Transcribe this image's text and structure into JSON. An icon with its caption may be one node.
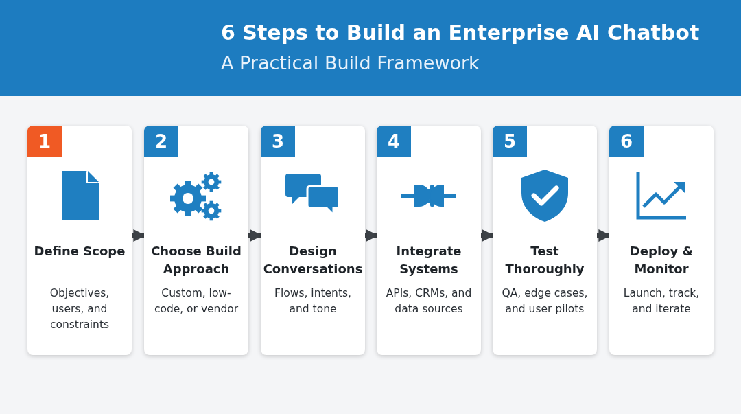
{
  "diagram": {
    "title": "6 Steps to Build an Enterprise AI Chatbot",
    "caption": "A Practical Build Framework",
    "nodes": [
      {
        "text": [
          "1",
          "Define Scope",
          "Objectives, users, and constraints"
        ]
      },
      {
        "text": [
          "2",
          "Choose Build Approach",
          "Custom, low-code, or vendor"
        ]
      },
      {
        "text": [
          "3",
          "Design Conversations",
          "Flows, intents, and tone"
        ]
      },
      {
        "text": [
          "4",
          "Integrate Systems",
          "APIs, CRMs, and data sources"
        ]
      },
      {
        "text": [
          "5",
          "Test Thoroughly",
          "QA, edge cases, and user pilots"
        ]
      },
      {
        "text": [
          "6",
          "Deploy & Monitor",
          "Launch, track, and iterate"
        ]
      }
    ],
    "edges": [
      {
        "from": 0,
        "to": 1,
        "arrow": "to"
      },
      {
        "from": 1,
        "to": 2,
        "arrow": "to"
      },
      {
        "from": 2,
        "to": 3,
        "arrow": "to"
      },
      {
        "from": 3,
        "to": 4,
        "arrow": "to"
      },
      {
        "from": 4,
        "to": 5,
        "arrow": "to"
      }
    ]
  }
}
